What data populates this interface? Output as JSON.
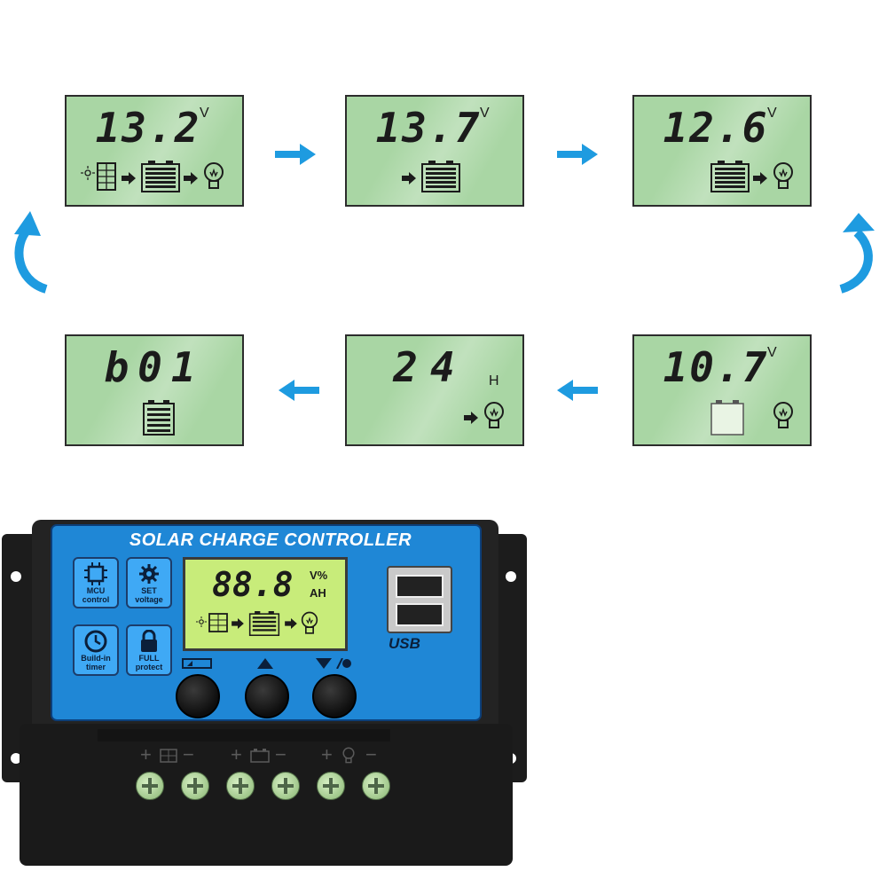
{
  "screens": [
    {
      "id": "s1",
      "value": "13.2",
      "unit": "V"
    },
    {
      "id": "s2",
      "value": "13.7",
      "unit": "V"
    },
    {
      "id": "s3",
      "value": "12.6",
      "unit": "V"
    },
    {
      "id": "s4",
      "value": "b01",
      "unit": ""
    },
    {
      "id": "s5",
      "value": "24",
      "unit": "H"
    },
    {
      "id": "s6",
      "value": "10.7",
      "unit": "V"
    }
  ],
  "device": {
    "brand": "SOLAR CHARGE CONTROLLER",
    "lcd_value": "88.8",
    "lcd_unit_top": "V%",
    "lcd_unit_bottom": "AH",
    "usb_label": "USB",
    "features": [
      {
        "label": "MCU control",
        "icon": "chip-icon"
      },
      {
        "label": "SET voltage",
        "icon": "gear-icon"
      },
      {
        "label": "Build-in timer",
        "icon": "clock-icon"
      },
      {
        "label": "FULL protect",
        "icon": "lock-icon"
      }
    ],
    "terminal_signs": [
      "+",
      "−",
      "+",
      "−",
      "+",
      "−"
    ]
  },
  "colors": {
    "lcd": "#a9d6a4",
    "arrow": "#1e9be0",
    "device_face": "#1f87d6",
    "housing": "#1c1c1c"
  }
}
